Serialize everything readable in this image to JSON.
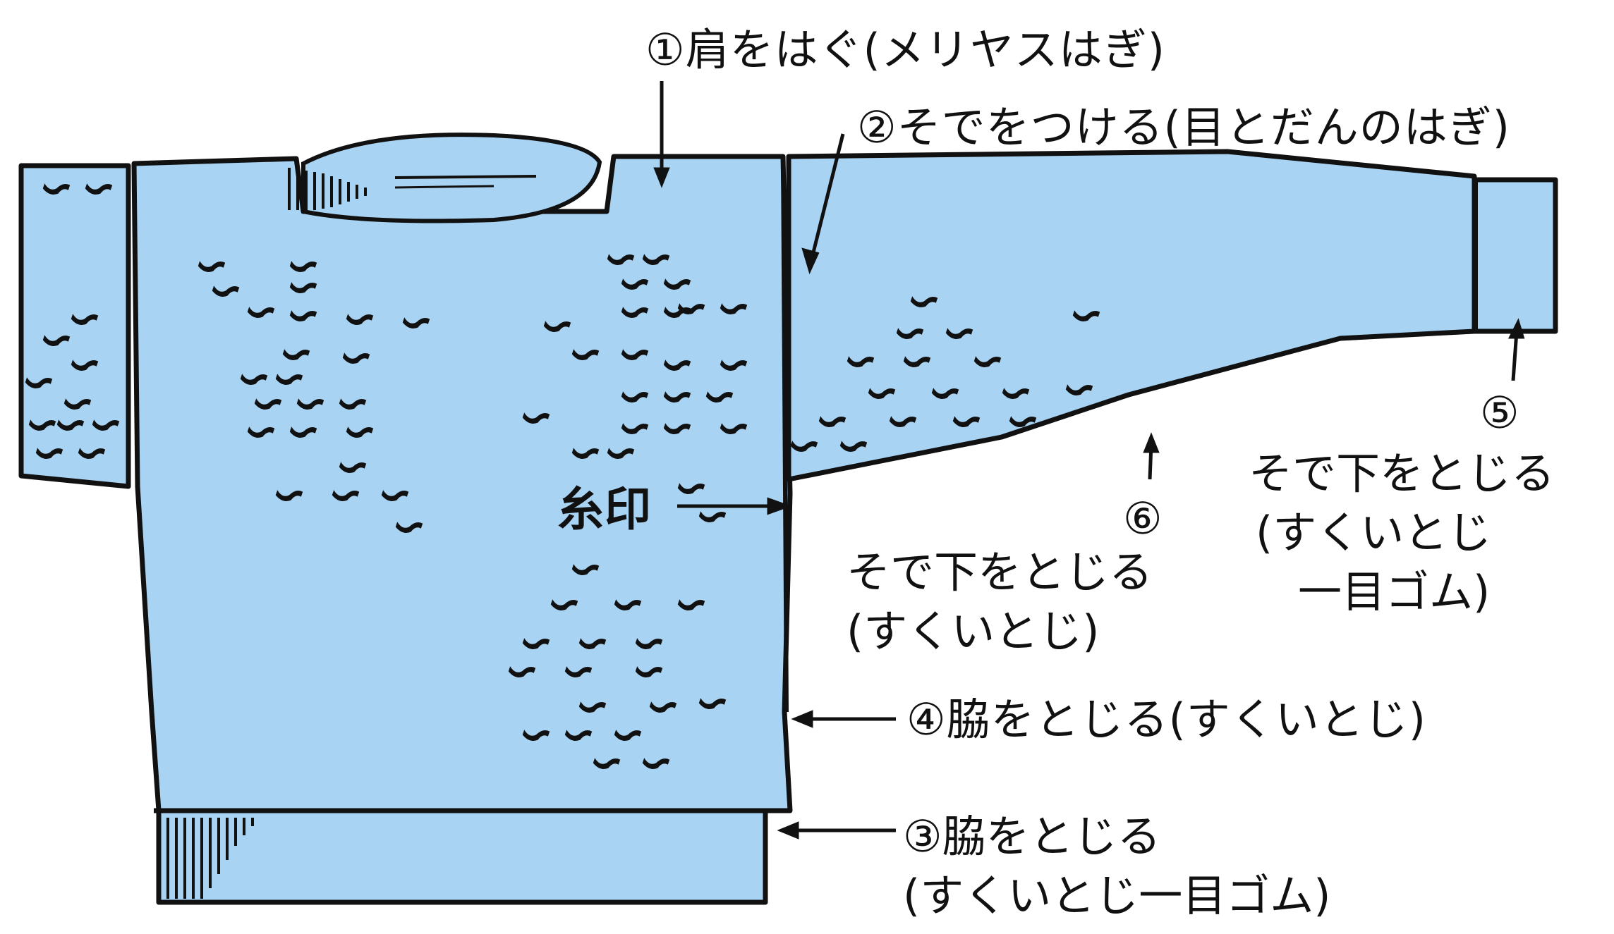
{
  "colors": {
    "fill": "#a9d3f2",
    "line": "#111111",
    "background": "#ffffff"
  },
  "labels": {
    "step1": "①肩をはぐ(メリヤスはぎ)",
    "step2": "②そでをつける(目とだんのはぎ)",
    "step4": "④脇をとじる(すくいとじ)",
    "step3_line1": "③脇をとじる",
    "step3_line2": "(すくいとじ一目ゴム)",
    "step5_num": "⑤",
    "step5_line1": "そで下をとじる",
    "step5_line2": "(すくいとじ",
    "step5_line3": "一目ゴム)",
    "step6_num": "⑥",
    "step6_line1": "そで下をとじる",
    "step6_line2": "(すくいとじ)",
    "marker": "糸印"
  }
}
